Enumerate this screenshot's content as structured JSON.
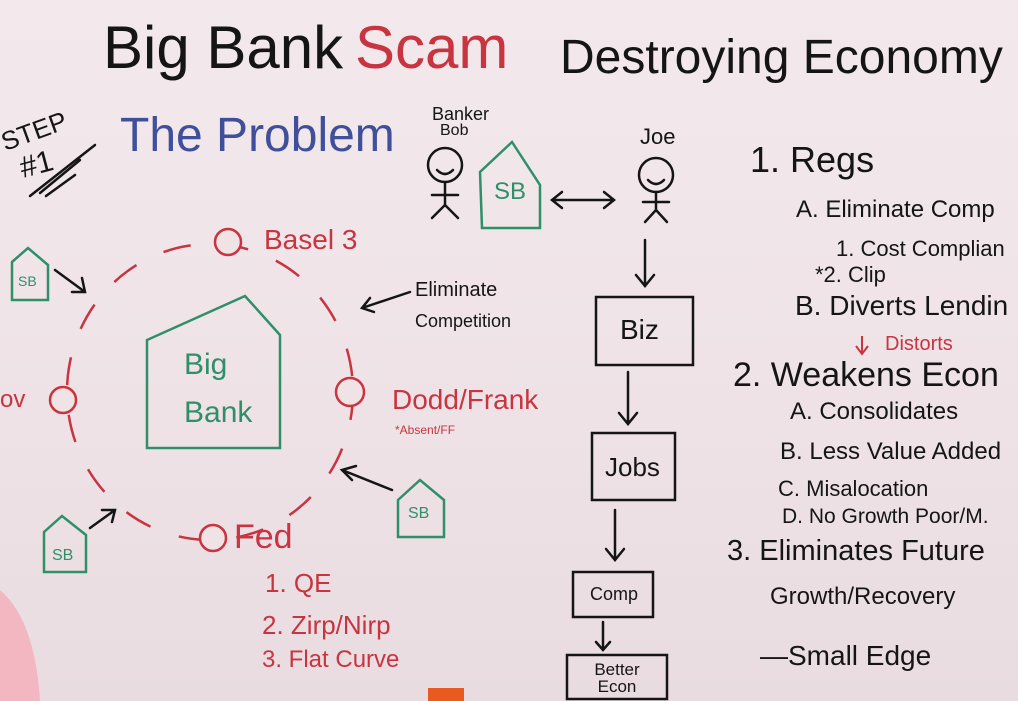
{
  "title": {
    "part1": "Big Bank",
    "part2": "Scam",
    "part3": "Destroying Economy"
  },
  "step": {
    "label": "STEP",
    "number": "#1"
  },
  "problem_heading": "The Problem",
  "cycle": {
    "basel": "Basel 3",
    "dodd_frank": "Dodd/Frank",
    "absent_note": "*Absent/FF",
    "fed": "Fed",
    "left_partial": "ov",
    "fed_items": [
      "1. QE",
      "2. Zirp/Nirp",
      "3. Flat Curve"
    ]
  },
  "big_bank": {
    "line1": "Big",
    "line2": "Bank"
  },
  "small_bank": "SB",
  "eliminate": {
    "line1": "Eliminate",
    "line2": "Competition"
  },
  "banker": {
    "line1": "Banker",
    "line2": "Bob"
  },
  "joe": "Joe",
  "flow": [
    "Biz",
    "Jobs",
    "Comp",
    "Better Econ"
  ],
  "right_list": {
    "regs": "1. Regs",
    "regs_a": "A. Eliminate Comp",
    "regs_a1": "1. Cost Complian",
    "regs_a2": "*2. Clip",
    "regs_b": "B. Diverts Lendin",
    "distorts": "Distorts",
    "weakens": "2. Weakens Econ",
    "weakens_a": "A. Consolidates",
    "weakens_b": "B. Less Value Added",
    "weakens_c": "C. Misalocation",
    "weakens_d": "D. No Growth Poor/M.",
    "eliminates1": "3. Eliminates Future",
    "eliminates2": "Growth/Recovery",
    "small_edge": "—Small Edge"
  },
  "colors": {
    "ink_black": "#151515",
    "ink_red": "#c8343f",
    "ink_blue": "#3f4f9a",
    "ink_green": "#2f8f6a",
    "board": "#efe3e6"
  }
}
